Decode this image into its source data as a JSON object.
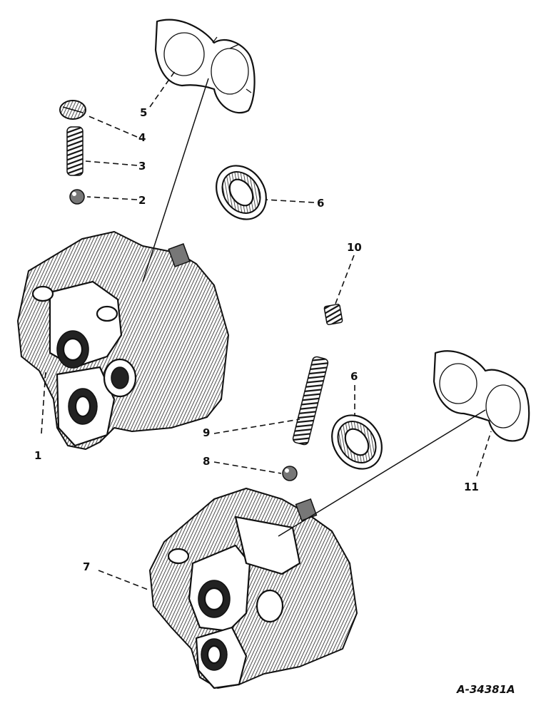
{
  "figure_id": "A-34381A",
  "callouts": [
    {
      "key": "1",
      "label": "1"
    },
    {
      "key": "2",
      "label": "2"
    },
    {
      "key": "3",
      "label": "3"
    },
    {
      "key": "4",
      "label": "4"
    },
    {
      "key": "5",
      "label": "5"
    },
    {
      "key": "6a",
      "label": "6"
    },
    {
      "key": "6b",
      "label": "6"
    },
    {
      "key": "7",
      "label": "7"
    },
    {
      "key": "8",
      "label": "8"
    },
    {
      "key": "9",
      "label": "9"
    },
    {
      "key": "10",
      "label": "10"
    },
    {
      "key": "11",
      "label": "11"
    }
  ]
}
